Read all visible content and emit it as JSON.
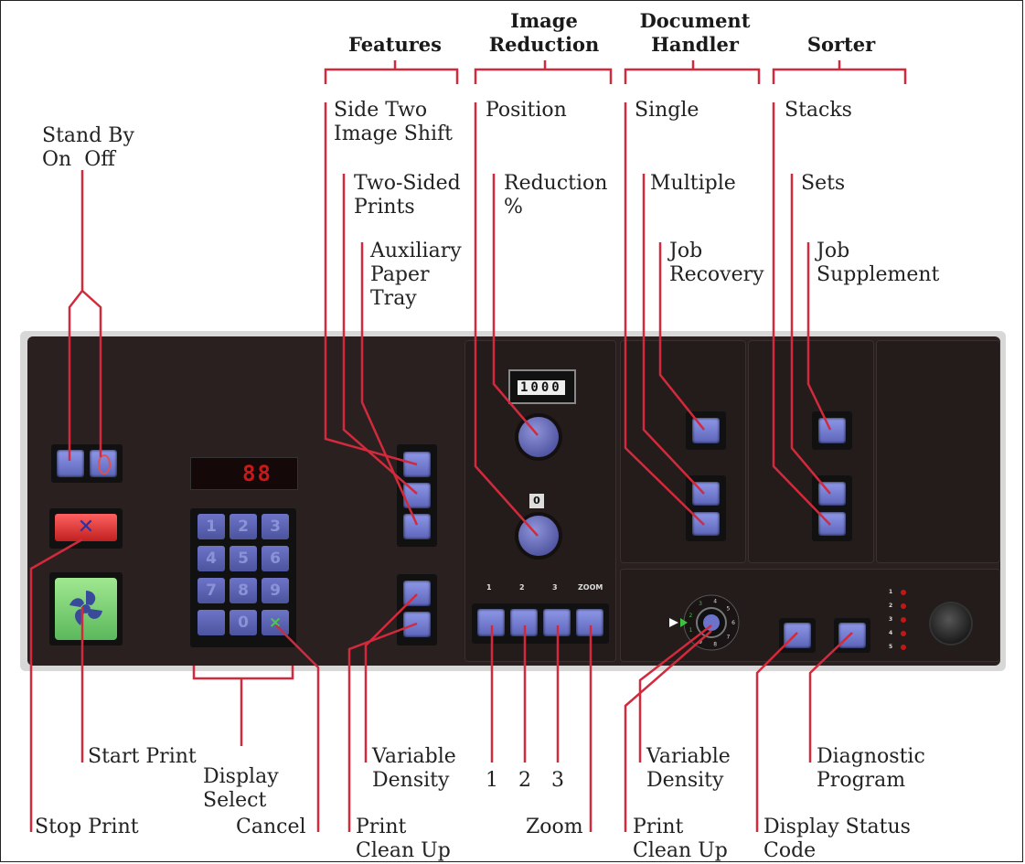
{
  "headers": {
    "features": "Features",
    "image_reduction": "Image\nReduction",
    "document_handler": "Document\nHandler",
    "sorter": "Sorter"
  },
  "labels": {
    "stand_by": "Stand By\nOn  Off",
    "side_two": "Side Two\nImage Shift",
    "two_sided": "Two-Sided\nPrints",
    "auxiliary": "Auxiliary\nPaper\nTray",
    "position": "Position",
    "reduction": "Reduction\n%",
    "single": "Single",
    "multiple": "Multiple",
    "job_recovery": "Job\nRecovery",
    "stacks": "Stacks",
    "sets": "Sets",
    "job_supplement": "Job\nSupplement",
    "start_print": "Start Print",
    "display_select": "Display\nSelect",
    "stop_print": "Stop Print",
    "cancel": "Cancel",
    "variable_density_1": "Variable\nDensity",
    "print_clean_up_1": "Print\nClean Up",
    "reduction_1": "1",
    "reduction_2": "2",
    "reduction_3": "3",
    "zoom": "Zoom",
    "variable_density_2": "Variable\nDensity",
    "print_clean_up_2": "Print\nClean Up",
    "display_status_code": "Display Status\nCode",
    "diagnostic_program": "Diagnostic\nProgram"
  },
  "panel": {
    "counter": "1000",
    "reduction_indicator": "0",
    "display_digits": "88",
    "keypad": [
      "1",
      "2",
      "3",
      "4",
      "5",
      "6",
      "7",
      "8",
      "9",
      "",
      "0",
      "×"
    ],
    "preset_labels": [
      "1",
      "2",
      "3",
      "ZOOM"
    ],
    "dial_numbers": [
      "1",
      "2",
      "3",
      "4",
      "5",
      "6",
      "7",
      "8",
      "9"
    ],
    "status_leds": [
      "1",
      "2",
      "3",
      "4",
      "5"
    ]
  },
  "colors": {
    "callout_line": "#d22a3c",
    "panel": "#2a2020",
    "button": "#7a84d8",
    "stop_button": "#d83a3a",
    "start_button": "#7ecf7e"
  }
}
